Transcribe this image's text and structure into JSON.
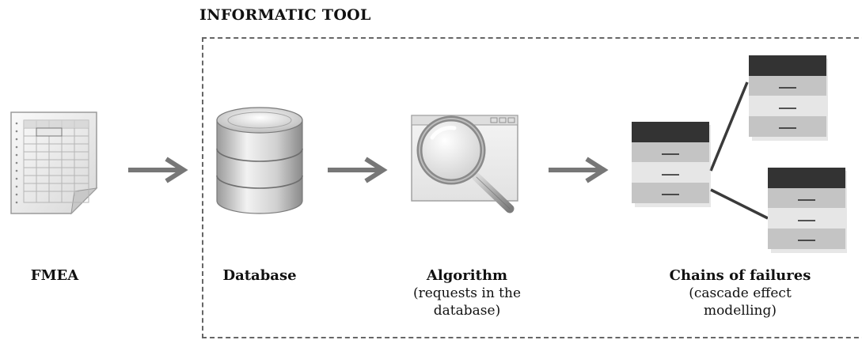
{
  "tool_title": "INFORMATIC TOOL",
  "stages": {
    "fmea": {
      "label": "FMEA"
    },
    "database": {
      "label": "Database"
    },
    "algorithm": {
      "label": "Algorithm",
      "sublabel_1": "(requests in the",
      "sublabel_2": "database)"
    },
    "chains": {
      "label": "Chains of failures",
      "sublabel_1": "(cascade effect",
      "sublabel_2": "modelling)"
    }
  },
  "table_cell_marks": [
    "—",
    "—",
    "—"
  ],
  "icons": [
    "spreadsheet-icon",
    "database-icon",
    "magnifier-window-icon",
    "arrow-right-icon",
    "table-stack-icon"
  ]
}
